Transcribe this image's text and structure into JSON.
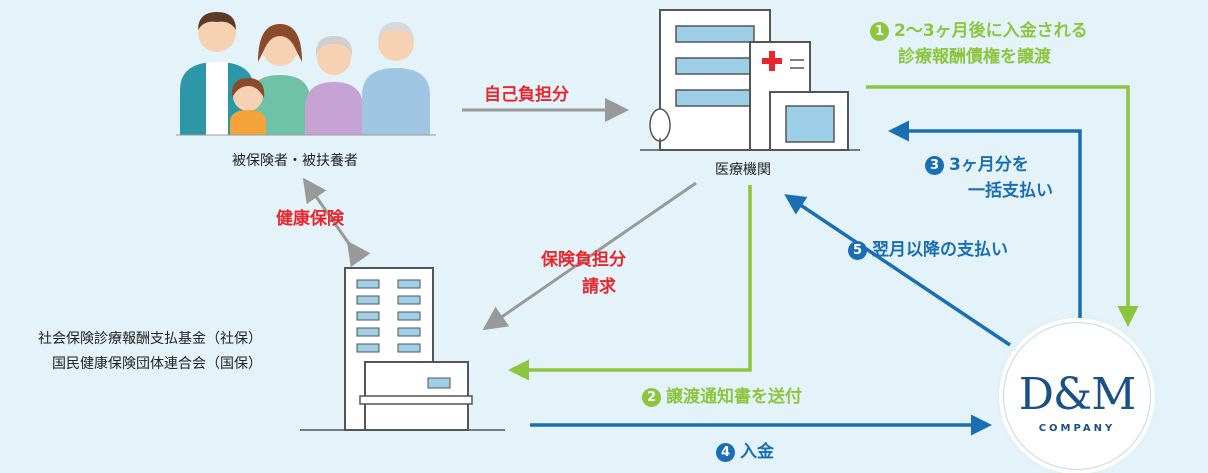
{
  "nodes": {
    "insured_label": "被保険者・被扶養者",
    "hospital_label": "医療機関",
    "fund_line1": "社会保険診療報酬支払基金（社保）",
    "fund_line2": "国民健康保険団体連合会（国保）"
  },
  "edges": {
    "self_pay": "自己負担分",
    "health_insurance": "健康保険",
    "insurance_claim_line1": "保険負担分",
    "insurance_claim_line2": "請求",
    "step1_num": "1",
    "step1_line1": "2～3ヶ月後に入金される",
    "step1_line2": "診療報酬債権を譲渡",
    "step2_num": "2",
    "step2": "譲渡通知書を送付",
    "step3_num": "3",
    "step3_line1": "3ヶ月分を",
    "step3_line2": "一括支払い",
    "step4_num": "4",
    "step4": "入金",
    "step5_num": "5",
    "step5": "翌月以降の支払い"
  },
  "logo": {
    "main": "D&M",
    "sub": "COMPANY"
  },
  "colors": {
    "background": "#e4f3fa",
    "red": "#e8262d",
    "green": "#8cc63f",
    "blue": "#1a6fb4",
    "gray_arrow": "#999999"
  }
}
